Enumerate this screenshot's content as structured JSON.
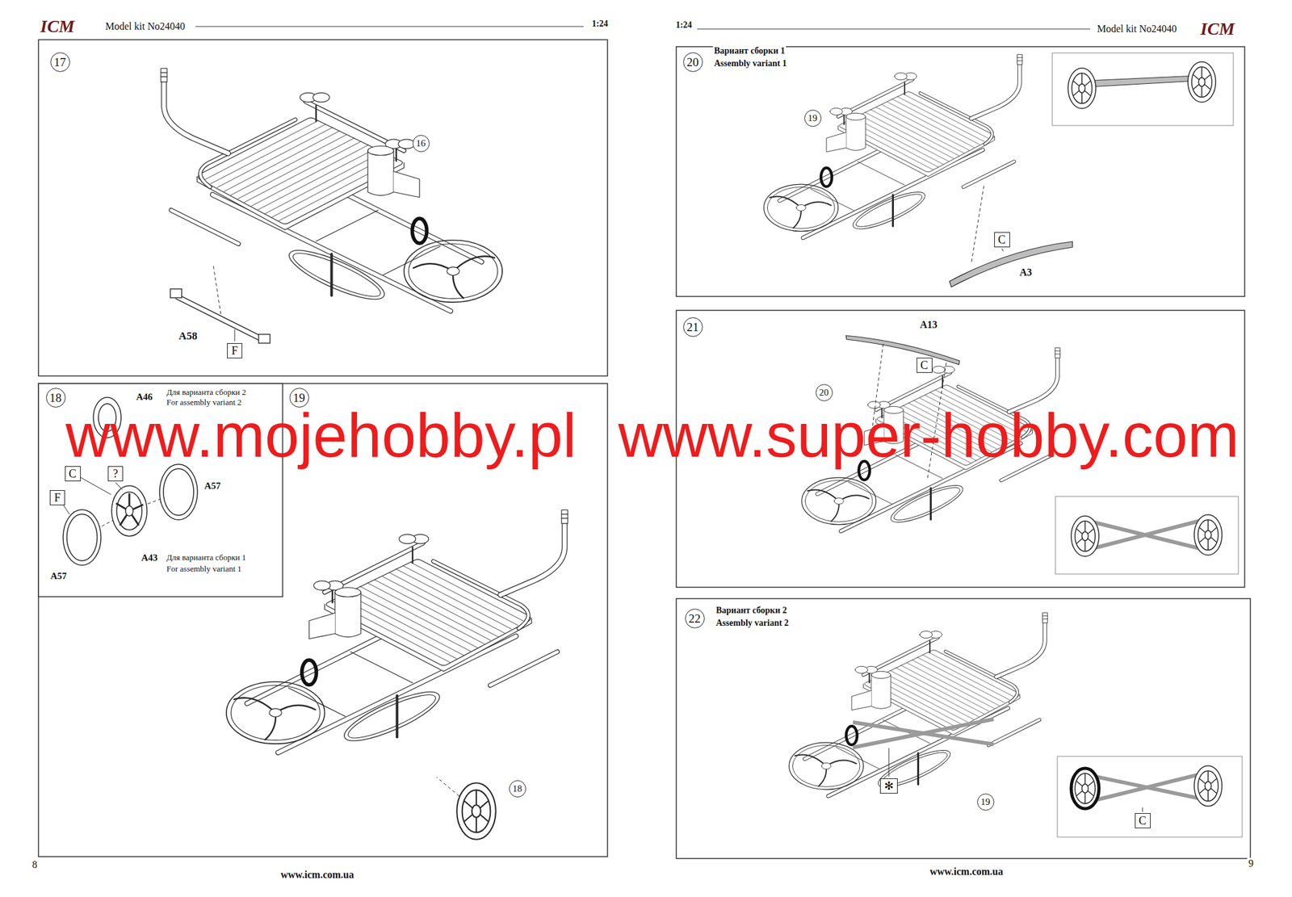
{
  "diagram": {
    "nodes": [
      {
        "text": [
          "17"
        ]
      },
      {
        "text": [
          "16"
        ]
      },
      {
        "text": [
          "F"
        ]
      },
      {
        "text": [
          "18"
        ]
      },
      {
        "text": [
          "C"
        ]
      },
      {
        "text": [
          "?"
        ]
      },
      {
        "text": [
          "F"
        ]
      },
      {
        "text": [
          "19"
        ]
      },
      {
        "text": [
          "18"
        ]
      },
      {
        "text": [
          "20"
        ]
      },
      {
        "text": [
          "19"
        ]
      },
      {
        "text": [
          "C"
        ]
      },
      {
        "text": [
          "21"
        ]
      },
      {
        "text": [
          "C"
        ]
      },
      {
        "text": [
          "20"
        ]
      },
      {
        "text": [
          "22"
        ]
      },
      {
        "text": [
          "✻"
        ]
      },
      {
        "text": [
          "19"
        ]
      },
      {
        "text": [
          "C"
        ]
      }
    ],
    "labels": [
      "ICM",
      "Model kit No24040",
      "1:24",
      "1:24",
      "Model kit No24040",
      "ICM",
      "A58",
      "A46",
      "Для варианта сборки 2",
      "For assembly variant 2",
      "A57",
      "A43",
      "Для варианта сборки 1",
      "For assembly variant 1",
      "A57",
      "Вариант сборки 1",
      "Assembly variant 1",
      "A3",
      "A13",
      "Вариант сборки 2",
      "Assembly variant 2",
      "www.mojehobby.pl",
      "www.super-hobby.com",
      "8",
      "www.icm.com.ua",
      "www.icm.com.ua",
      "9"
    ]
  }
}
